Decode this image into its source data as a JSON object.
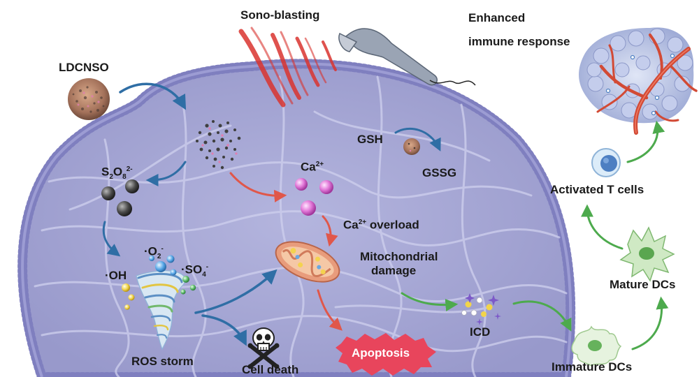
{
  "labels": {
    "ldcnso": "LDCNSO",
    "sono_blasting": "Sono-blasting",
    "enhanced": "Enhanced",
    "immune_response": "immune response",
    "persulfate_base": "S",
    "persulfate_sub1": "2",
    "persulfate_mid": "O",
    "persulfate_sub2": "8",
    "persulfate_sup": "2-",
    "ca_base": "Ca",
    "ca_sup": "2+",
    "gsh": "GSH",
    "gssg": "GSSG",
    "ca_overload_base": "Ca",
    "ca_overload_sup": "2+",
    "ca_overload_rest": " overload",
    "superoxide_base": "·O",
    "superoxide_sub": "2",
    "superoxide_sup": "-",
    "hydroxyl": "·OH",
    "sulfate_base": "·SO",
    "sulfate_sub": "4",
    "sulfate_sup": "-",
    "mito_line1": "Mitochondrial",
    "mito_line2": "damage",
    "ros_storm": "ROS storm",
    "cell_death": "Cell death",
    "apoptosis": "Apoptosis",
    "icd": "ICD",
    "immature_dcs": "Immature DCs",
    "mature_dcs": "Mature DCs",
    "activated_t": "Activated T cells"
  },
  "colors": {
    "cell_fill": "#a9aad6",
    "membrane": "#7f7fbf",
    "blue_arrow": "#2f6ea5",
    "red_arrow": "#e0574a",
    "green_arrow": "#4daa4d",
    "ultrasound": "#d9342f",
    "apoptosis": "#e8455c"
  },
  "icons": [
    "ultrasound-probe-icon",
    "nanoparticle-icon",
    "skull-icon",
    "mitochondrion-icon",
    "tornado-icon",
    "dendritic-cell-icon",
    "t-cell-icon",
    "tumor-vessel-icon"
  ]
}
